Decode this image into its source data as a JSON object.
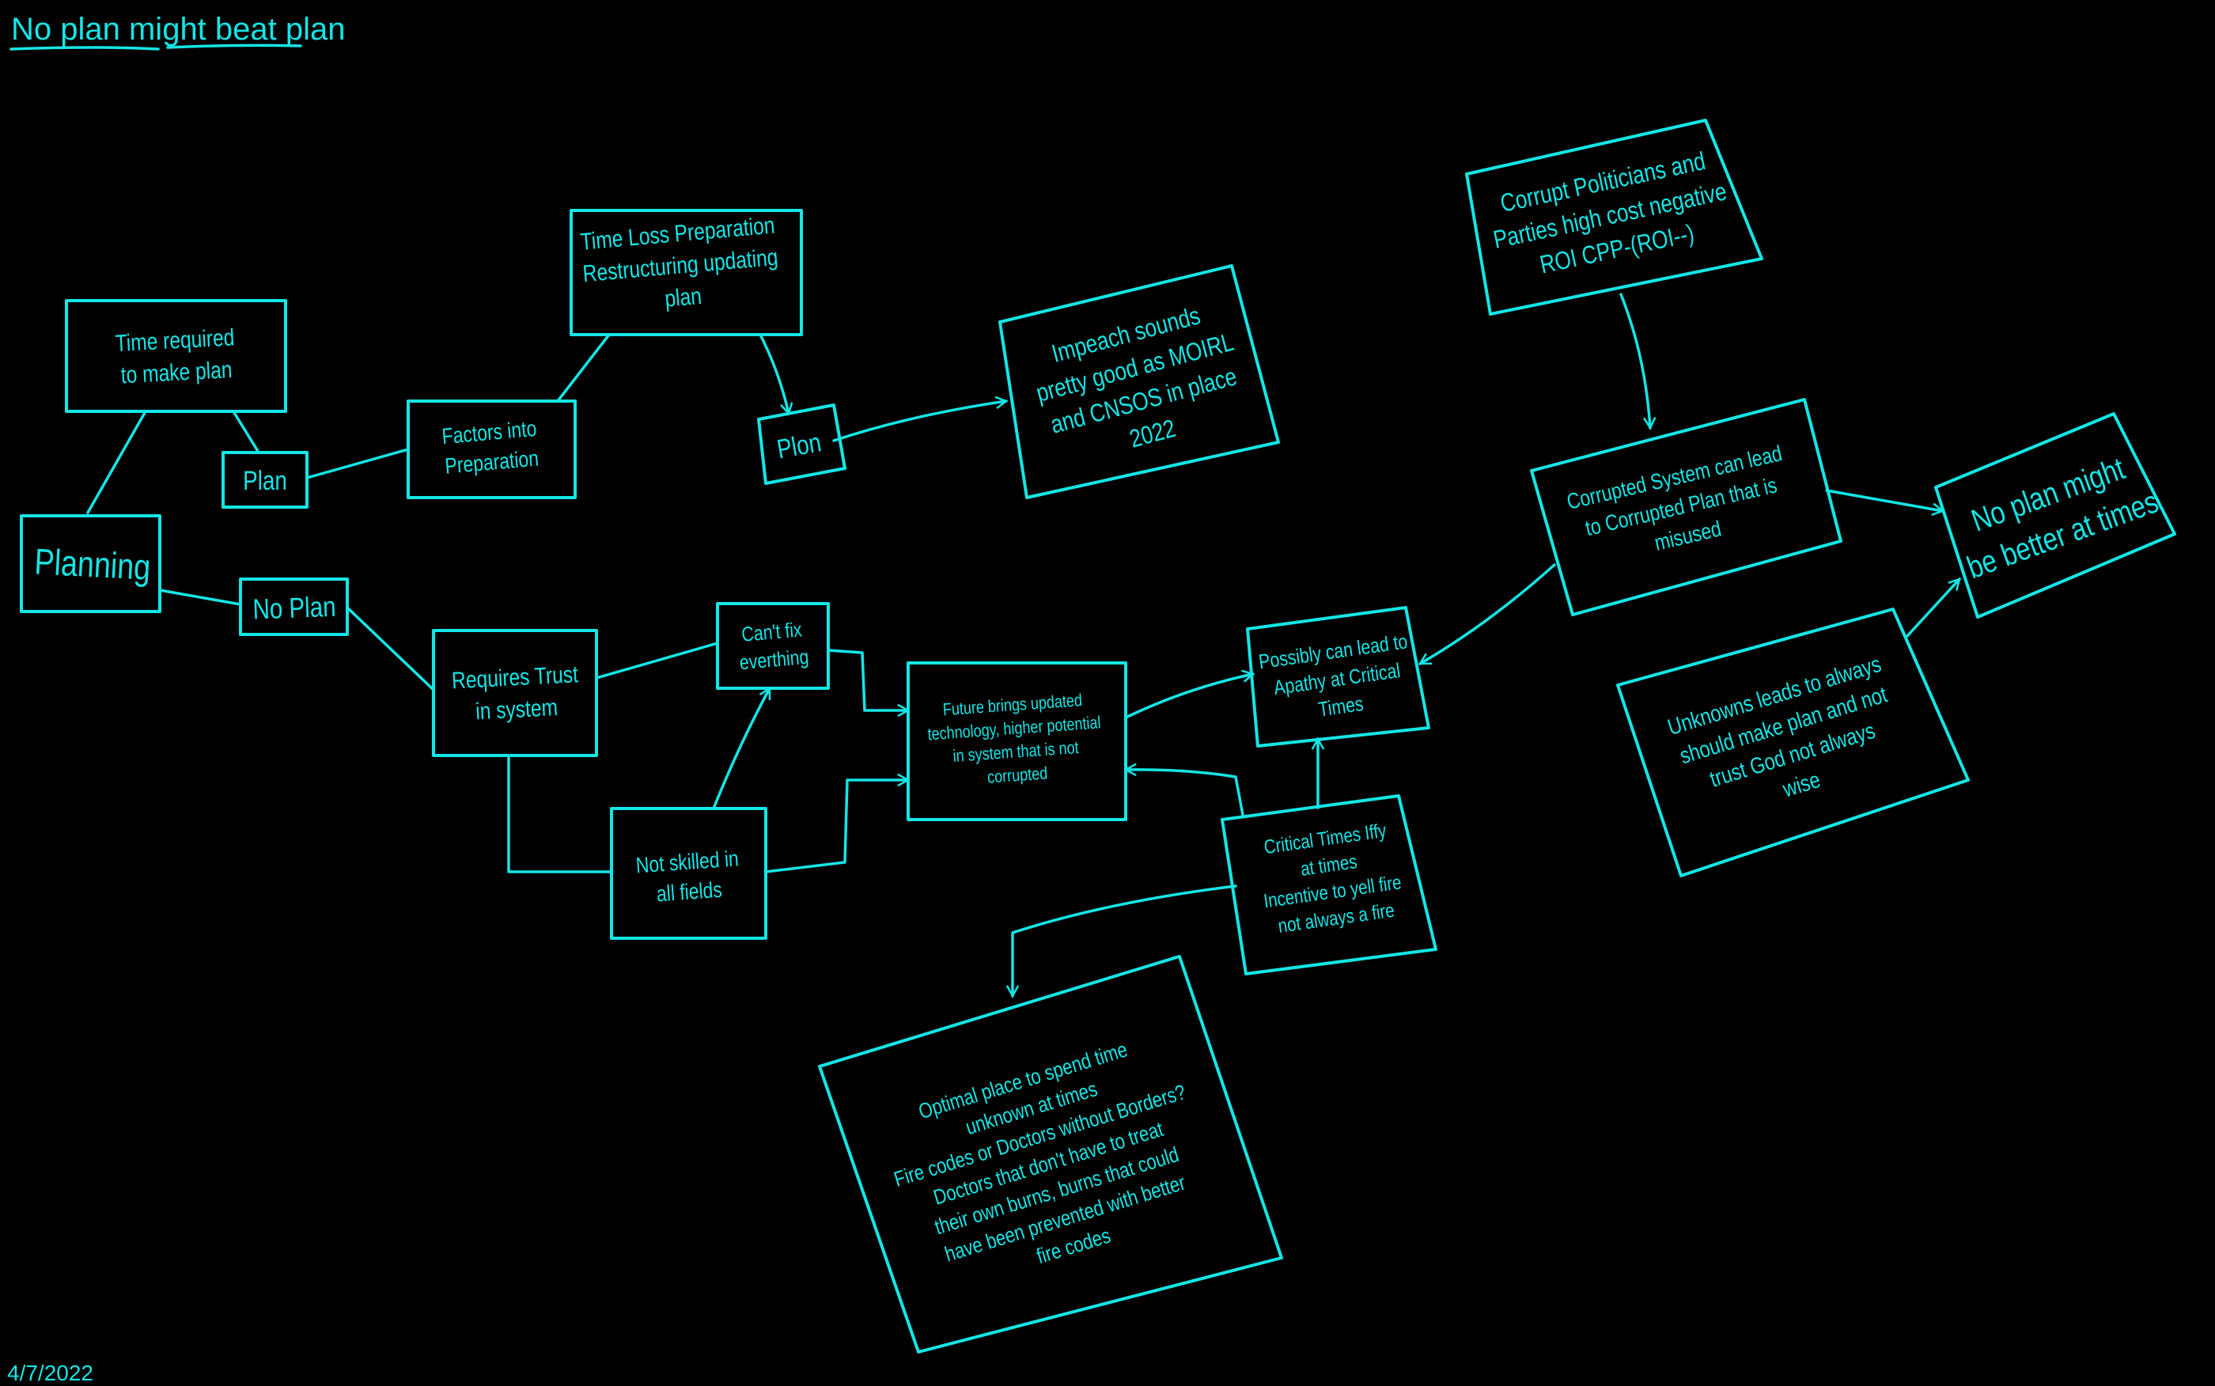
{
  "title": "No plan might beat plan",
  "date": "4/7/2022",
  "colors": {
    "ink": "#14e6e6",
    "background": "#000000"
  },
  "nodes": [
    {
      "id": "time-required",
      "lines": [
        "Time required",
        "to make plan"
      ]
    },
    {
      "id": "plan",
      "lines": [
        "Plan"
      ]
    },
    {
      "id": "planning",
      "lines": [
        "Planning"
      ]
    },
    {
      "id": "no-plan",
      "lines": [
        "No Plan"
      ]
    },
    {
      "id": "factors",
      "lines": [
        "Factors into",
        "Preparation"
      ]
    },
    {
      "id": "time-loss",
      "lines": [
        "Time Loss Preparation",
        "Restructuring updating",
        "plan"
      ]
    },
    {
      "id": "plon",
      "lines": [
        "Plon"
      ]
    },
    {
      "id": "impeach",
      "lines": [
        "Impeach sounds",
        "pretty good as MOIRL",
        "and CNSOS in place",
        "2022"
      ]
    },
    {
      "id": "requires-trust",
      "lines": [
        "Requires Trust",
        "in system"
      ]
    },
    {
      "id": "cant-fix",
      "lines": [
        "Can't fix",
        "everthing"
      ]
    },
    {
      "id": "not-skilled",
      "lines": [
        "Not skilled in",
        "all fields"
      ]
    },
    {
      "id": "future",
      "lines": [
        "Future brings updated",
        "technology, higher potential",
        "in system that is not",
        "corrupted"
      ]
    },
    {
      "id": "possibly",
      "lines": [
        "Possibly can lead to",
        "Apathy at Critical",
        "Times"
      ]
    },
    {
      "id": "critical",
      "lines": [
        "Critical Times Iffy",
        "at times",
        "Incentive to yell fire",
        "not always a fire"
      ]
    },
    {
      "id": "optimal",
      "lines": [
        "Optimal place to spend time",
        "unknown at times",
        "Fire codes or Doctors without Borders?",
        "Doctors that don't have to treat",
        "their own burns, burns that could",
        "have been prevented with better",
        "fire codes"
      ]
    },
    {
      "id": "corrupt-politicians",
      "lines": [
        "Corrupt Politicians and",
        "Parties high cost negative",
        "ROI   CPP-(ROI--)"
      ]
    },
    {
      "id": "corrupted-system",
      "lines": [
        "Corrupted System can lead",
        "to Corrupted Plan that is",
        "misused"
      ]
    },
    {
      "id": "no-plan-better",
      "lines": [
        "No plan might",
        "be better at times"
      ]
    },
    {
      "id": "unknowns",
      "lines": [
        "Unknowns leads to always",
        "should make plan and not",
        "trust God not always",
        "wise"
      ]
    }
  ]
}
